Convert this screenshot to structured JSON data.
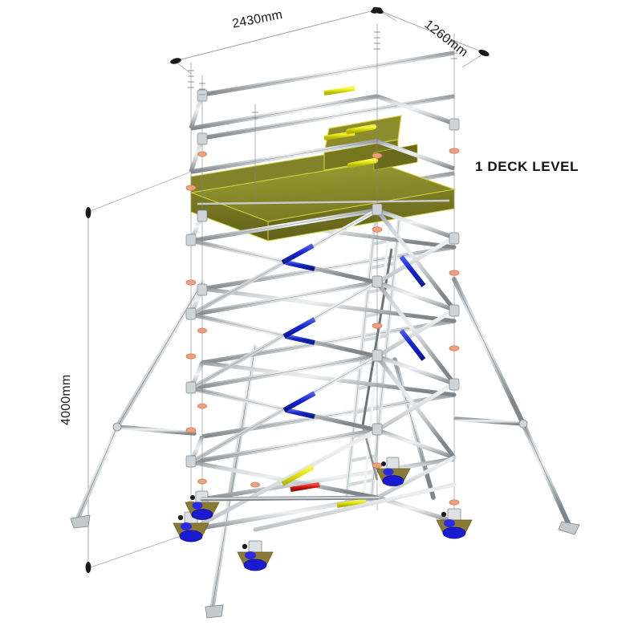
{
  "illustration": {
    "title": "Mobile Aluminium Scaffold Tower - Isometric Technical Drawing",
    "background_color": "#ffffff"
  },
  "dimensions": {
    "width": {
      "value": "2430mm",
      "axis": "width",
      "orientation": "top-left-diagonal"
    },
    "depth": {
      "value": "1260mm",
      "axis": "depth",
      "orientation": "top-right-diagonal"
    },
    "height": {
      "value": "4000mm",
      "axis": "height",
      "orientation": "left-vertical"
    }
  },
  "annotations": {
    "deck_level": "1 DECK LEVEL"
  },
  "colors": {
    "frame_light": "#d8dcdf",
    "frame_mid": "#b3b9bd",
    "frame_dark": "#8d9397",
    "frame_outline": "#6e7478",
    "deck_top": "#8f8f2c",
    "deck_side": "#6e6e1d",
    "deck_edge": "#d6d642",
    "grip_blue": "#1a2ed4",
    "grip_yellow": "#e8e81a",
    "grip_red": "#e01b14",
    "clamp_orange": "#f08a5d",
    "castor_wheel": "#1a1ad0",
    "castor_fork": "#8a7a36",
    "dimension_line": "#9a9a9a",
    "arrow": "#1a1a1a",
    "text": "#1a1a1a"
  },
  "components": {
    "deck_platform": "olive platform deck with toe boards and hinged trapdoor",
    "guardrails": "horizontal guardrails with yellow grip bands",
    "diagonal_braces": "cross braces with blue, yellow and red grip bands",
    "vertical_frames": "telescopic vertical standards with orange locking collars",
    "ladder": "internal access ladder",
    "stabilisers": "four adjustable outrigger stabilisers",
    "castors": "four lockable swivel castors with blue wheels"
  }
}
